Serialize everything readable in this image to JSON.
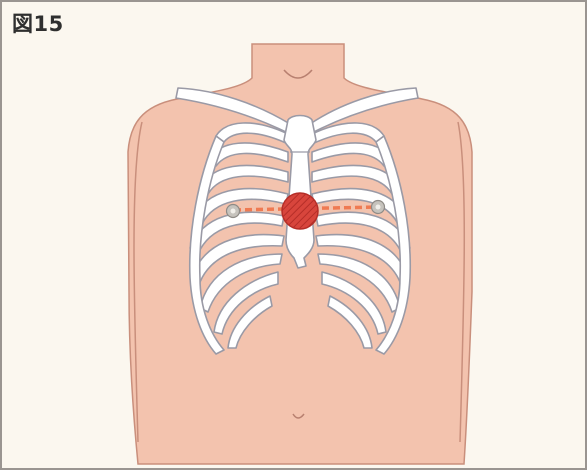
{
  "figure": {
    "label": "図15",
    "colors": {
      "background": "#fbf7ef",
      "skin": "#f3c3ae",
      "skin_outline": "#c98f7c",
      "bone": "#ffffff",
      "bone_outline": "#9a9aa6",
      "target_area": "#d8453c",
      "dashed_line": "#ef7a52",
      "electrode": "#c6c3bd"
    },
    "icons": [
      "torso-illustration",
      "ribcage-illustration",
      "sternum-target-area",
      "electrode-marker"
    ]
  }
}
